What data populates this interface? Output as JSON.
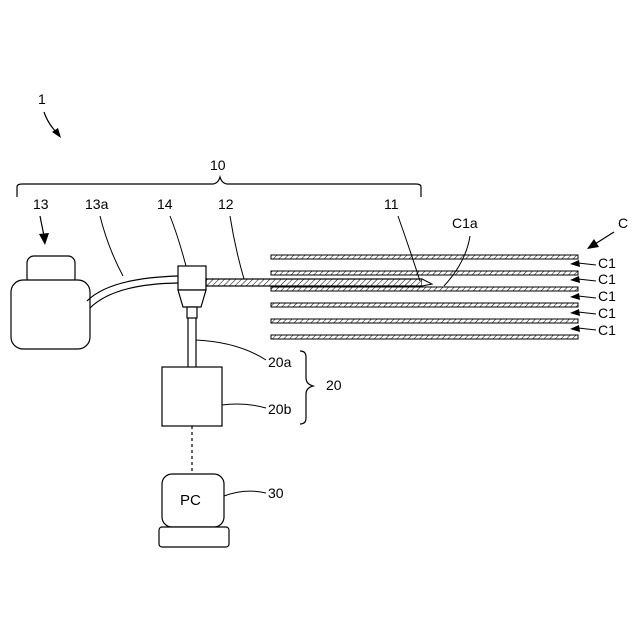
{
  "figure": {
    "labels": {
      "system": "1",
      "group": "10",
      "tank": "13",
      "tube": "13a",
      "connector": "14",
      "pipe": "12",
      "nozzle": "11",
      "gap": "C1a",
      "stack": "C",
      "plate_label": "C1",
      "sensor": "20a",
      "device": "20b",
      "assembly": "20",
      "computer": "30"
    },
    "pc_text": "PC",
    "plate_labels": [
      "C1",
      "C1",
      "C1",
      "C1",
      "C1"
    ]
  }
}
